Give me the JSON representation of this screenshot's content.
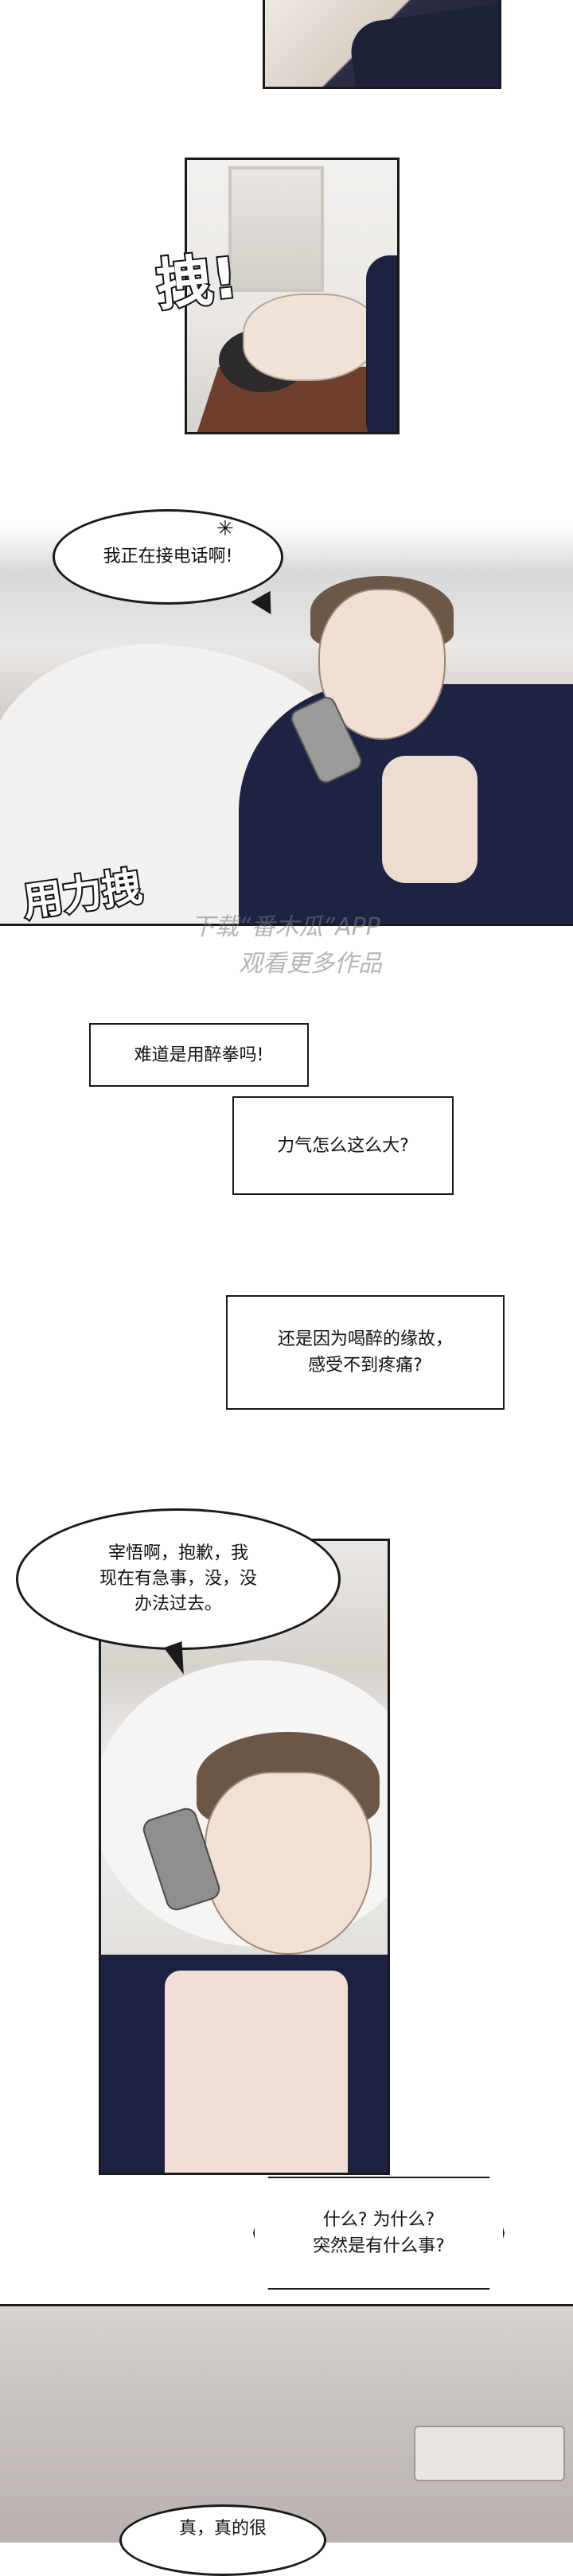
{
  "sfx": {
    "yank": "拽!",
    "hard_yank": "用力拽"
  },
  "bubbles": {
    "on_phone": "我正在接电话啊!",
    "sorry_line1": "宰悟啊，抱歉，我",
    "sorry_line2": "现在有急事，没，没",
    "sorry_line3": "办法过去。",
    "bottom_partial": "真，真的很"
  },
  "captions": {
    "drunk_fist": "难道是用醉拳吗!",
    "strength": "力气怎么这么大?",
    "pain_line1": "还是因为喝醉的缘故，",
    "pain_line2": "感受不到疼痛?",
    "what_line1": "什么? 为什么?",
    "what_line2": "突然是有什么事?"
  },
  "watermark": {
    "line1": "下载“番木瓜”APP",
    "line2": "观看更多作品"
  },
  "colors": {
    "ink": "#1a1a1a",
    "shirt_navy": "#1e2243",
    "skin": "#f0dfd2",
    "hair": "#6b5848"
  }
}
